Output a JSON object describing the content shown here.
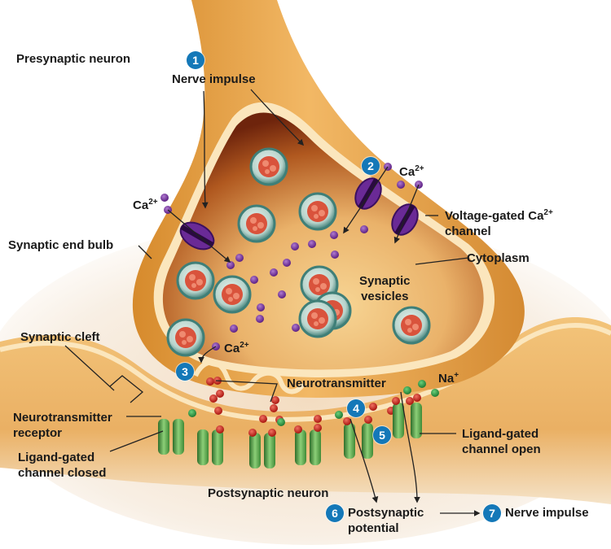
{
  "title": "Chemical synapse signal transmission",
  "colors": {
    "step_badge": "#1478b8",
    "membrane": "#e8a84a",
    "membrane_highlight": "#fbe6bd",
    "cytoplasm_dark": "#8a3a10",
    "cytoplasm_light": "#f2c27a",
    "vesicle_shell": "#4f8f8a",
    "vesicle_content": "#d9533c",
    "calcium_ion": "#7a3aa0",
    "neurotransmitter": "#c8201c",
    "sodium_ion": "#2e9a46",
    "ca_channel": "#6a2a96",
    "ligand_channel": "#5aa64a",
    "label_text": "#1a1a1a"
  },
  "labels": {
    "presynaptic_neuron": "Presynaptic neuron",
    "nerve_impulse_top": "Nerve impulse",
    "ca_left": "Ca",
    "ca_right": "Ca",
    "ca_bottom": "Ca",
    "ca_charge": "2+",
    "voltage_gated_line1": "Voltage-gated Ca",
    "voltage_gated_charge": "2+",
    "voltage_gated_line2": "channel",
    "synaptic_end_bulb": "Synaptic end bulb",
    "cytoplasm": "Cytoplasm",
    "synaptic_vesicles_line1": "Synaptic",
    "synaptic_vesicles_line2": "vesicles",
    "synaptic_cleft": "Synaptic cleft",
    "neurotransmitter": "Neurotransmitter",
    "na": "Na",
    "na_charge": "+",
    "nt_receptor_line1": "Neurotransmitter",
    "nt_receptor_line2": "receptor",
    "lg_closed_line1": "Ligand-gated",
    "lg_closed_line2": "channel closed",
    "lg_open_line1": "Ligand-gated",
    "lg_open_line2": "channel open",
    "postsynaptic_neuron": "Postsynaptic neuron",
    "postsynaptic_potential_line1": "Postsynaptic",
    "postsynaptic_potential_line2": "potential",
    "nerve_impulse_bottom": "Nerve impulse"
  },
  "steps": [
    "1",
    "2",
    "3",
    "4",
    "5",
    "6",
    "7"
  ]
}
